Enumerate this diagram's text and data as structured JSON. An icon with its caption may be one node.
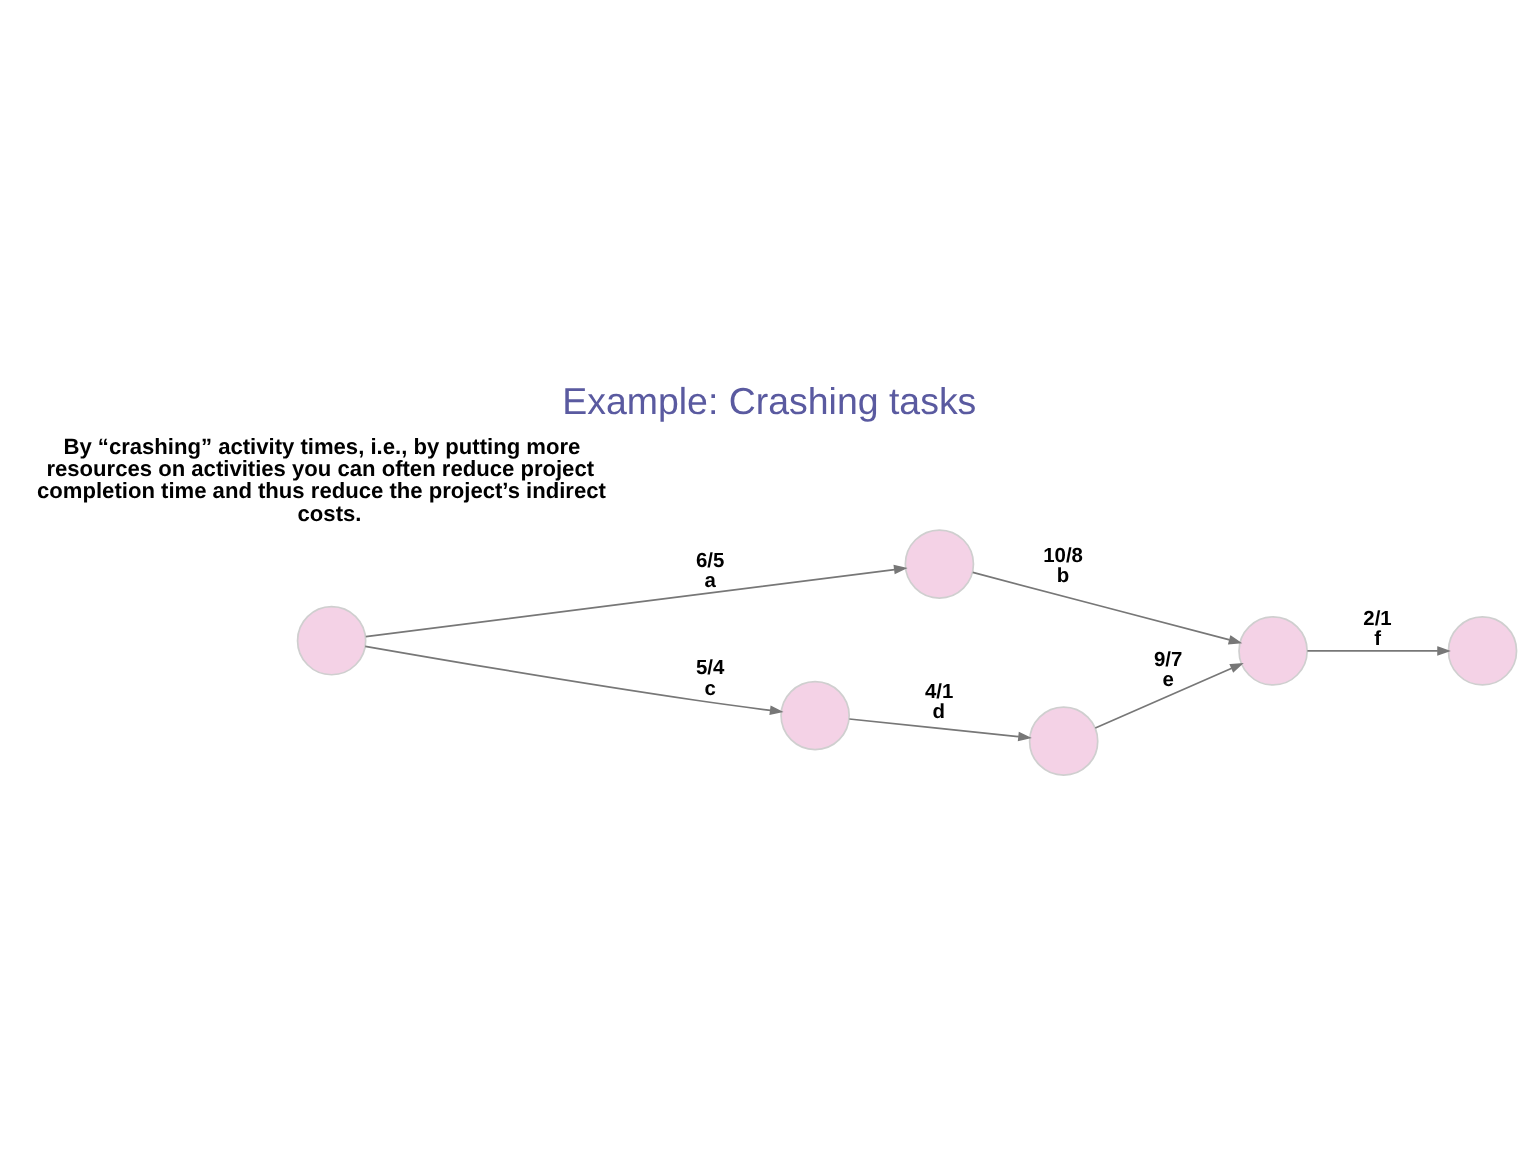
{
  "diagram": {
    "title": "Example: Crashing tasks",
    "nodes": [
      {
        "text": [],
        "shape": "circle"
      },
      {
        "text": [],
        "shape": "circle"
      },
      {
        "text": [],
        "shape": "circle"
      },
      {
        "text": [],
        "shape": "circle"
      },
      {
        "text": [],
        "shape": "circle"
      },
      {
        "text": [],
        "shape": "circle"
      }
    ],
    "edges": [
      {
        "from": 0,
        "to": 1,
        "arrow": "to",
        "label": "6/5 a"
      },
      {
        "from": 1,
        "to": 4,
        "arrow": "to",
        "label": "10/8 b"
      },
      {
        "from": 0,
        "to": 2,
        "arrow": "to",
        "label": "5/4 c"
      },
      {
        "from": 2,
        "to": 3,
        "arrow": "to",
        "label": "4/1 d"
      },
      {
        "from": 3,
        "to": 4,
        "arrow": "to",
        "label": "9/7 e"
      },
      {
        "from": 4,
        "to": 5,
        "arrow": "to",
        "label": "2/1 f"
      }
    ],
    "labels": [
      "By “crashing” activity times, i.e., by putting more resources on activities you can often reduce project completion time and thus reduce the project’s indirect costs."
    ]
  }
}
